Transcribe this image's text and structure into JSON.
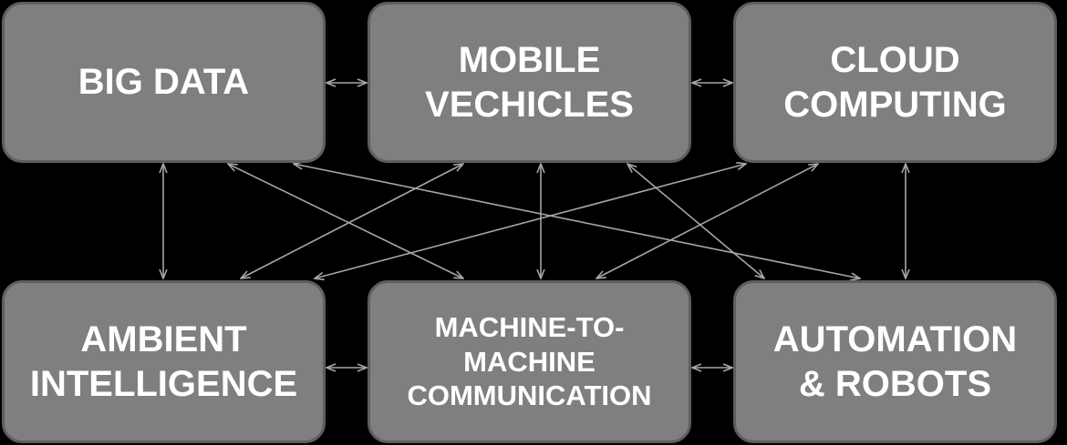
{
  "boxes": {
    "big_data": "BIG DATA",
    "mobile_vehicles": "MOBILE\nVECHICLES",
    "cloud_computing": "CLOUD\nCOMPUTING",
    "ambient_intelligence": "AMBIENT\nINTELLIGENCE",
    "m2m": "MACHINE-TO-\nMACHINE\nCOMMUNICATION",
    "automation_robots": "AUTOMATION\n& ROBOTS"
  },
  "colors": {
    "background": "#000000",
    "box_fill": "#7f7f7f",
    "box_border": "#5e5e5e",
    "text": "#ffffff",
    "arrow": "#a6a6a6"
  },
  "connections": [
    [
      "big_data",
      "mobile_vehicles"
    ],
    [
      "mobile_vehicles",
      "cloud_computing"
    ],
    [
      "ambient_intelligence",
      "m2m"
    ],
    [
      "m2m",
      "automation_robots"
    ],
    [
      "big_data",
      "ambient_intelligence"
    ],
    [
      "mobile_vehicles",
      "m2m"
    ],
    [
      "cloud_computing",
      "automation_robots"
    ],
    [
      "big_data",
      "m2m"
    ],
    [
      "big_data",
      "automation_robots"
    ],
    [
      "mobile_vehicles",
      "ambient_intelligence"
    ],
    [
      "mobile_vehicles",
      "automation_robots"
    ],
    [
      "cloud_computing",
      "ambient_intelligence"
    ],
    [
      "cloud_computing",
      "m2m"
    ]
  ]
}
